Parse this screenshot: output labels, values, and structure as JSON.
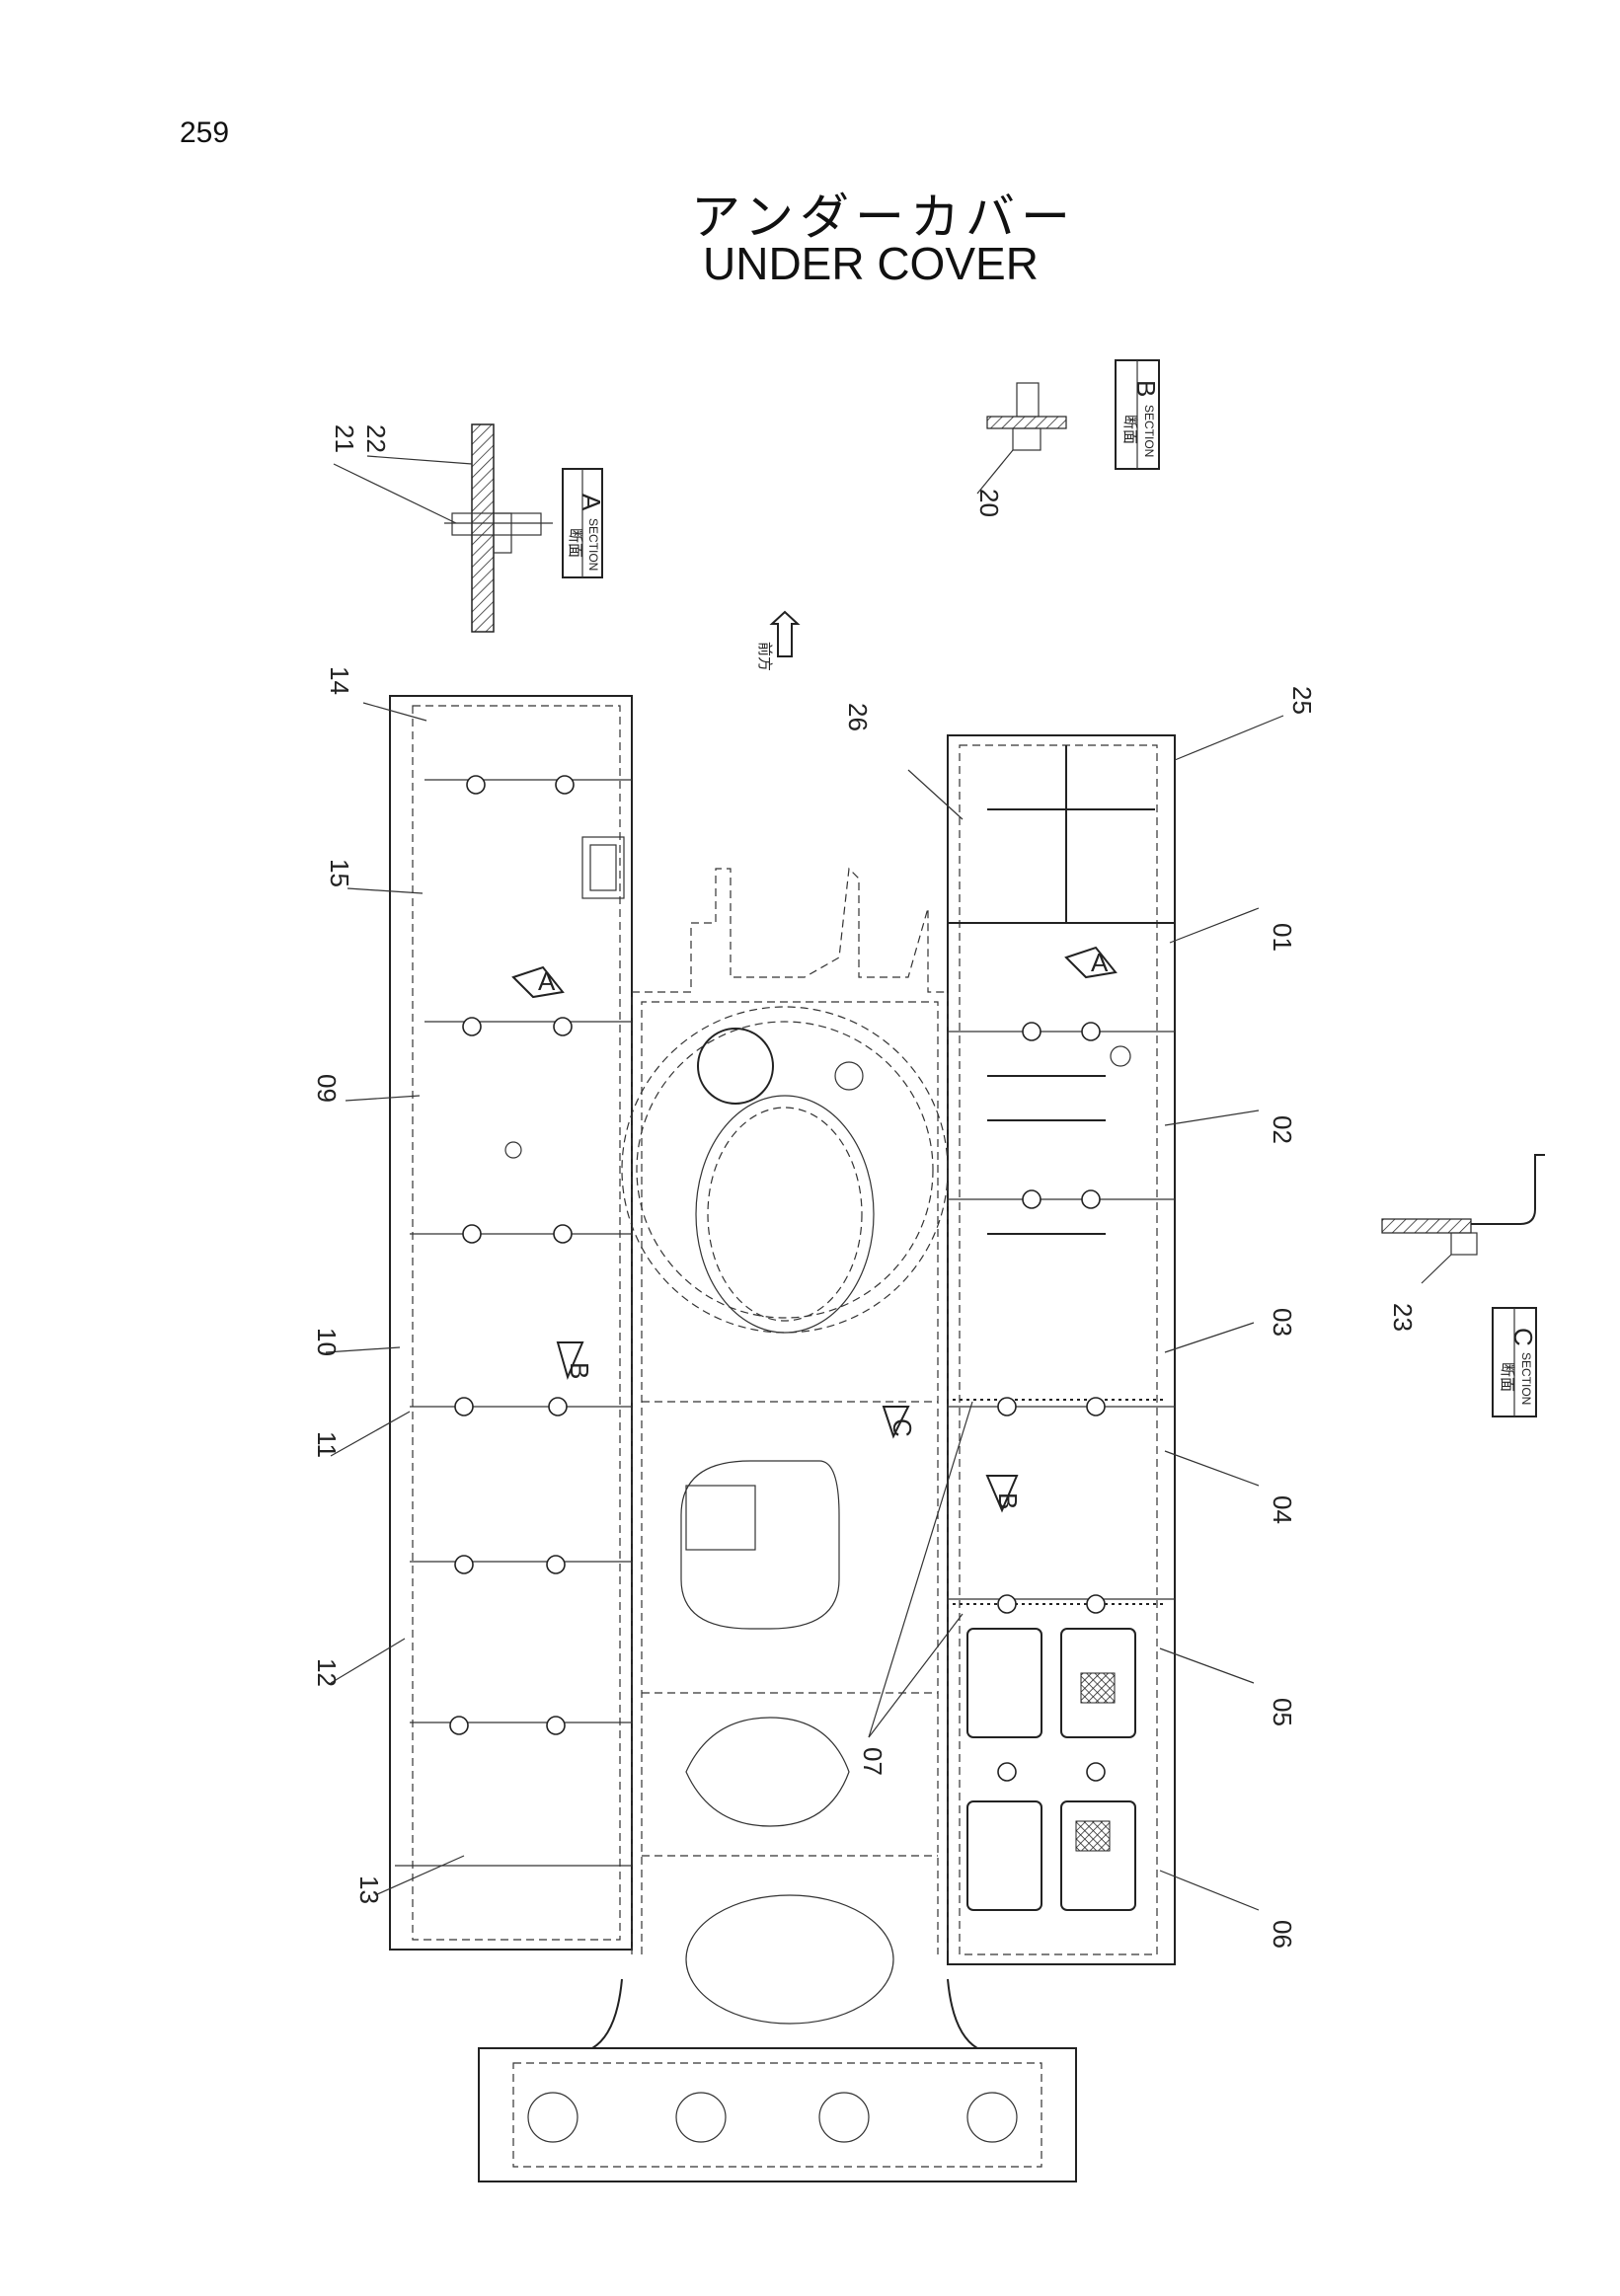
{
  "page_number": "259",
  "title_jp": "アンダーカバー",
  "title_en": "UNDER COVER",
  "front_mark": "前方",
  "section_views": [
    {
      "letter": "A",
      "jp": "断面",
      "en": "SECTION"
    },
    {
      "letter": "B",
      "jp": "断面",
      "en": "SECTION"
    },
    {
      "letter": "C",
      "jp": "断面",
      "en": "SECTION"
    }
  ],
  "section_arrow_letters": [
    "A",
    "A",
    "B",
    "B",
    "C"
  ],
  "part_labels": [
    "01",
    "02",
    "03",
    "04",
    "05",
    "06",
    "07",
    "09",
    "10",
    "11",
    "12",
    "13",
    "14",
    "15",
    "20",
    "21",
    "22",
    "23",
    "25",
    "26"
  ]
}
